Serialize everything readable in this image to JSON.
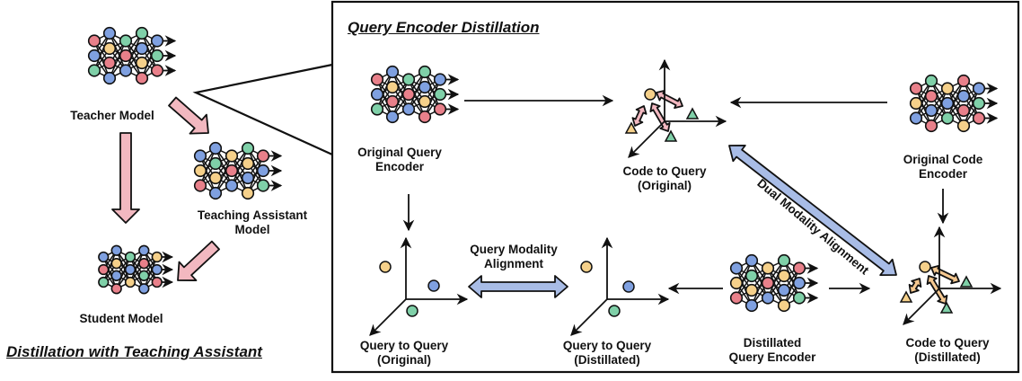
{
  "left_panel": {
    "title": "Distillation with Teaching Assistant",
    "teacher_label": "Teacher Model",
    "assistant_label_line1": "Teaching Assistant",
    "assistant_label_line2": "Model",
    "student_label": "Student Model"
  },
  "right_panel": {
    "title": "Query Encoder Distillation",
    "original_query_encoder": [
      "Original Query",
      "Encoder"
    ],
    "original_code_encoder": [
      "Original Code",
      "Encoder"
    ],
    "distilled_query_encoder": [
      "Distillated",
      "Query Encoder"
    ],
    "code_to_query_original": [
      "Code to Query",
      "(Original)"
    ],
    "code_to_query_distilled": [
      "Code to Query",
      "(Distillated)"
    ],
    "query_to_query_original": [
      "Query to Query",
      "(Original)"
    ],
    "query_to_query_distilled": [
      "Query to Query",
      "(Distillated)"
    ],
    "query_modality_alignment": [
      "Query Modality",
      "Alignment"
    ],
    "dual_modality_alignment": "Dual Modality Alignment"
  },
  "colors": {
    "node_red": "#e8808a",
    "node_blue": "#7fa0e0",
    "node_green": "#7fd0a8",
    "node_yellow": "#f5d08a",
    "arrow_pink": "#f2b8c0",
    "arrow_blue": "#a8bce6",
    "arrow_orange": "#f5c890"
  }
}
